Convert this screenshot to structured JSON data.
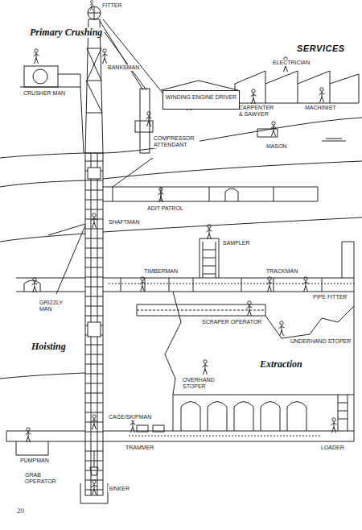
{
  "diagram": {
    "nodes": [
      {
        "text": [
          "WINDING ENGINE DRIVER"
        ]
      }
    ],
    "labels": [
      "FITTER",
      "Primary Crushing",
      "CRUSHER MAN",
      "BANKSMAN",
      "SERVICES",
      "ELECTRICIAN",
      "CARPENTER & SAWYER",
      "MACHINIST",
      "COMPRESSOR ATTENDANT",
      "MASON",
      "ADIT PATROL",
      "SHAFTMAN",
      "SAMPLER",
      "TIMBERMAN",
      "TRACKMAN",
      "PIPE FITTER",
      "GRIZZLY MAN",
      "SCRAPER OPERATOR",
      "UNDERHAND STOPER",
      "Hoisting",
      "Extraction",
      "OVERHAND STOPER",
      "CAGE/SKIPMAN",
      "PUMPMAN",
      "TRAMMER",
      "LOADER",
      "GRAB OPERATOR",
      "SINKER",
      "20"
    ]
  }
}
